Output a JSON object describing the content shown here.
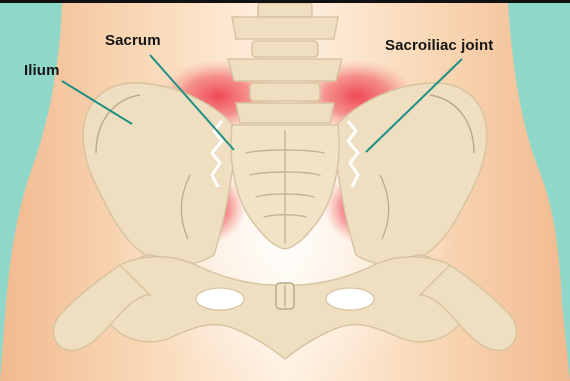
{
  "labels": {
    "ilium": "Ilium",
    "sacrum": "Sacrum",
    "sacroiliac_joint": "Sacroiliac joint"
  },
  "colors": {
    "background_teal": "#8fd8c9",
    "skin": "#f6cfa8",
    "bone": "#efdfc0",
    "bone_outline": "#d8c4a1",
    "leader_line": "#1f8f86",
    "pain_red": "#f0505a"
  }
}
